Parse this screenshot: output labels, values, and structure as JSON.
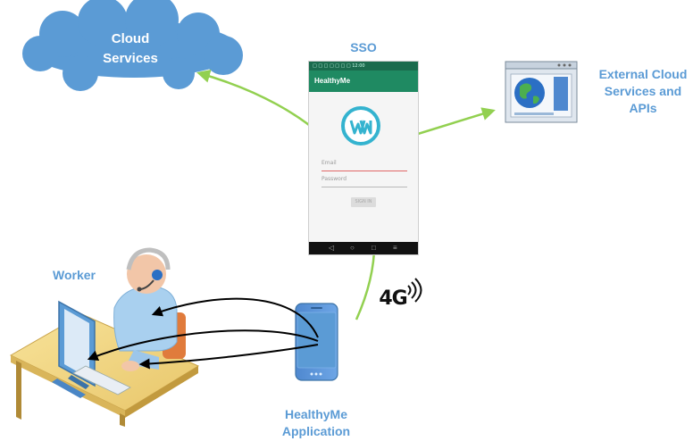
{
  "labels": {
    "cloud_services": [
      "Cloud",
      "Services"
    ],
    "sso": "SSO",
    "external": [
      "External Cloud",
      "Services and",
      "APIs"
    ],
    "worker": "Worker",
    "app": [
      "HealthyMe",
      "Application"
    ],
    "network": "4G"
  },
  "sso_screen": {
    "status_text": "□ □               □ □ □ □ □ 12:00",
    "app_title": "HealthyMe",
    "email_placeholder": "Email",
    "password_placeholder": "Password",
    "sign_in": "SIGN IN",
    "nav_back": "◁",
    "nav_home": "○",
    "nav_recent": "□",
    "nav_more": "≡"
  },
  "colors": {
    "cloud": "#5b9bd5",
    "label": "#5b9bd5",
    "green_arrow": "#92d050",
    "black_arrow": "#000000",
    "app_bar": "#1f8a62",
    "logo_ring": "#34b3cf"
  }
}
